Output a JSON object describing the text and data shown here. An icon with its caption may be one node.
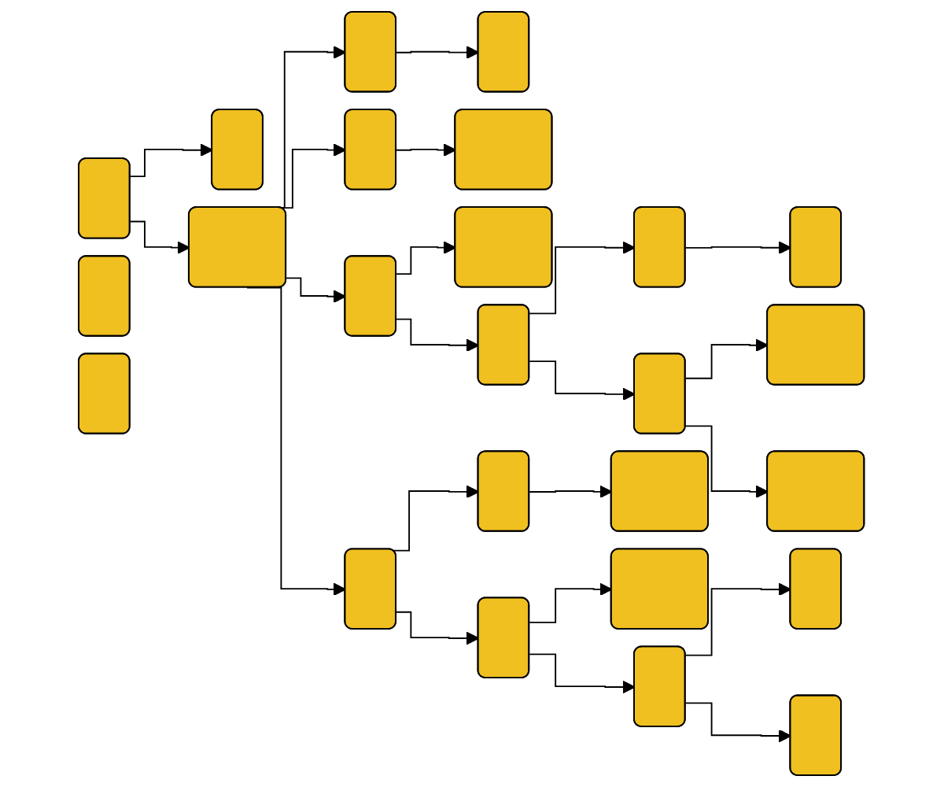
{
  "diagram": {
    "nodes": [
      {
        "text": [],
        "shape": "box"
      },
      {
        "text": [],
        "shape": "box"
      },
      {
        "text": [],
        "shape": "box"
      },
      {
        "text": [],
        "shape": "box"
      },
      {
        "text": [],
        "shape": "box"
      },
      {
        "text": [],
        "shape": "box"
      },
      {
        "text": [],
        "shape": "box"
      },
      {
        "text": [],
        "shape": "box"
      },
      {
        "text": [],
        "shape": "box"
      },
      {
        "text": [],
        "shape": "box"
      },
      {
        "text": [],
        "shape": "box"
      },
      {
        "text": [],
        "shape": "box"
      },
      {
        "text": [],
        "shape": "box"
      },
      {
        "text": [],
        "shape": "box"
      },
      {
        "text": [],
        "shape": "box"
      },
      {
        "text": [],
        "shape": "box"
      },
      {
        "text": [],
        "shape": "box"
      },
      {
        "text": [],
        "shape": "box"
      },
      {
        "text": [],
        "shape": "box"
      },
      {
        "text": [],
        "shape": "box"
      },
      {
        "text": [],
        "shape": "box"
      },
      {
        "text": [],
        "shape": "box"
      },
      {
        "text": [],
        "shape": "box"
      },
      {
        "text": [],
        "shape": "box"
      },
      {
        "text": [],
        "shape": "box"
      }
    ],
    "edges": [
      {
        "from": 0,
        "to": 1,
        "arrow": "to"
      },
      {
        "from": 0,
        "to": 2,
        "arrow": "to"
      },
      {
        "from": 2,
        "to": 3,
        "arrow": "to"
      },
      {
        "from": 2,
        "to": 5,
        "arrow": "to"
      },
      {
        "from": 2,
        "to": 7,
        "arrow": "to"
      },
      {
        "from": 2,
        "to": 15,
        "arrow": "to"
      },
      {
        "from": 3,
        "to": 4,
        "arrow": "to"
      },
      {
        "from": 5,
        "to": 6,
        "arrow": "to"
      },
      {
        "from": 7,
        "to": 8,
        "arrow": "to"
      },
      {
        "from": 7,
        "to": 9,
        "arrow": "to"
      },
      {
        "from": 9,
        "to": 10,
        "arrow": "to"
      },
      {
        "from": 9,
        "to": 12,
        "arrow": "to"
      },
      {
        "from": 10,
        "to": 11,
        "arrow": "to"
      },
      {
        "from": 12,
        "to": 13,
        "arrow": "to"
      },
      {
        "from": 12,
        "to": 14,
        "arrow": "to"
      },
      {
        "from": 15,
        "to": 16,
        "arrow": "to"
      },
      {
        "from": 15,
        "to": 18,
        "arrow": "to"
      },
      {
        "from": 16,
        "to": 17,
        "arrow": "to"
      },
      {
        "from": 18,
        "to": 19,
        "arrow": "to"
      },
      {
        "from": 18,
        "to": 20,
        "arrow": "to"
      },
      {
        "from": 20,
        "to": 21,
        "arrow": "to"
      },
      {
        "from": 20,
        "to": 22,
        "arrow": "to"
      }
    ]
  }
}
